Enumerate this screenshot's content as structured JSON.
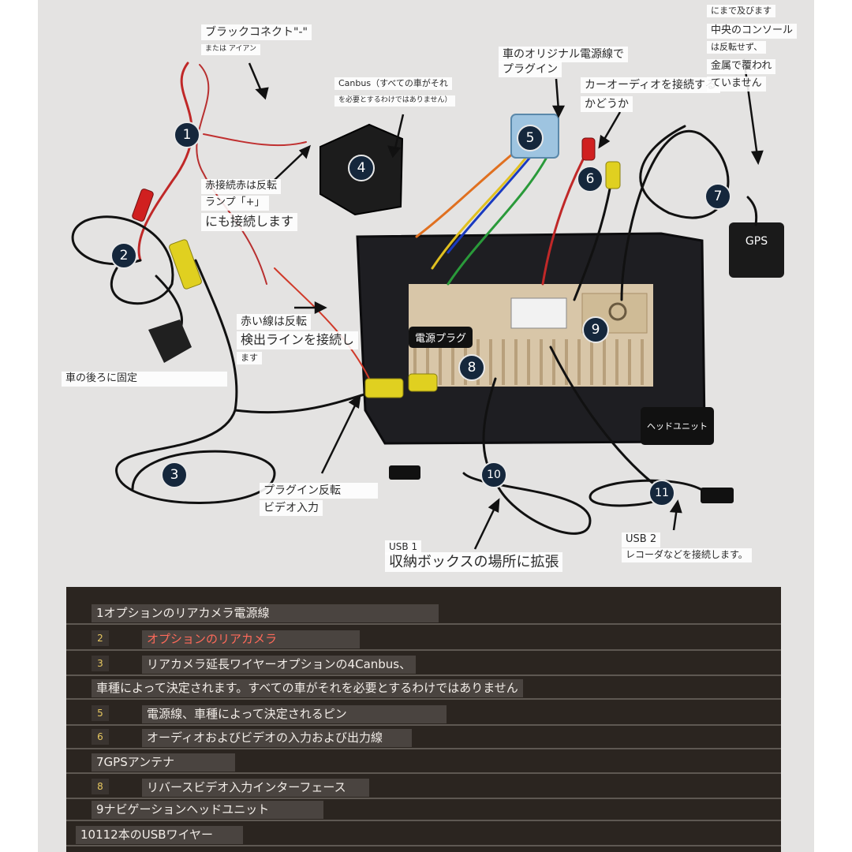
{
  "diagram": {
    "badges": [
      "1",
      "2",
      "3",
      "4",
      "5",
      "6",
      "7",
      "8",
      "9",
      "10",
      "11"
    ],
    "gps_box_label": "GPS",
    "callouts": {
      "black_connect": "ブラックコネクト\"-\"",
      "or_iron": "または アイアン",
      "canbus_note_1": "Canbus（すべての車がそれ",
      "canbus_note_2": "を必要とするわけではありません）",
      "orig_power_1": "車のオリジナル電源線で",
      "orig_power_2": "プラグイン",
      "car_audio_1": "カーオーディオを接続する",
      "car_audio_2": "かどうか",
      "console_1": "にまで及びます",
      "console_2": "中央のコンソール",
      "console_3": "は反転せず、",
      "console_4": "金属で覆われ",
      "console_5": "ていません",
      "red_reverse": "赤接続赤は反転",
      "lamp_plus": "ランプ「+」",
      "also_connect": "にも接続します",
      "red_line_1": "赤い線は反転",
      "red_line_2": "検出ラインを接続し",
      "red_line_3": "ます",
      "power_plug": "電源プラグ",
      "rear_fix": "車の後ろに固定",
      "head_unit": "ヘッドユニット",
      "plugin_reverse_1": "プラグイン反転",
      "plugin_reverse_2": "ビデオ入力",
      "usb1_title": "USB 1",
      "usb1_desc": "収納ボックスの場所に拡張",
      "usb2_title": "USB 2",
      "usb2_desc": "レコーダなどを接続します。"
    }
  },
  "legend": {
    "rows": [
      {
        "num": "",
        "text": "1オプションのリアカメラ電源線",
        "color": "#f2ede8"
      },
      {
        "num": "2",
        "text": "オプションのリアカメラ",
        "color": "#ff6a5a"
      },
      {
        "num": "3",
        "text": "リアカメラ延長ワイヤーオプションの4Canbus、",
        "color": "#f2ede8"
      },
      {
        "num": "",
        "text": "車種によって決定されます。すべての車がそれを必要とするわけではありません",
        "color": "#f2ede8"
      },
      {
        "num": "5",
        "text": "電源線、車種によって決定されるピン",
        "color": "#f2ede8"
      },
      {
        "num": "6",
        "text": "オーディオおよびビデオの入力および出力線",
        "color": "#f2ede8"
      },
      {
        "num": "",
        "text": "7GPSアンテナ",
        "color": "#f2ede8"
      },
      {
        "num": "8",
        "text": "リバースビデオ入力インターフェース",
        "color": "#f2ede8"
      },
      {
        "num": "",
        "text": "9ナビゲーションヘッドユニット",
        "color": "#f2ede8"
      },
      {
        "num": "",
        "text": "10112本のUSBワイヤー",
        "color": "#f2ede8"
      }
    ]
  }
}
